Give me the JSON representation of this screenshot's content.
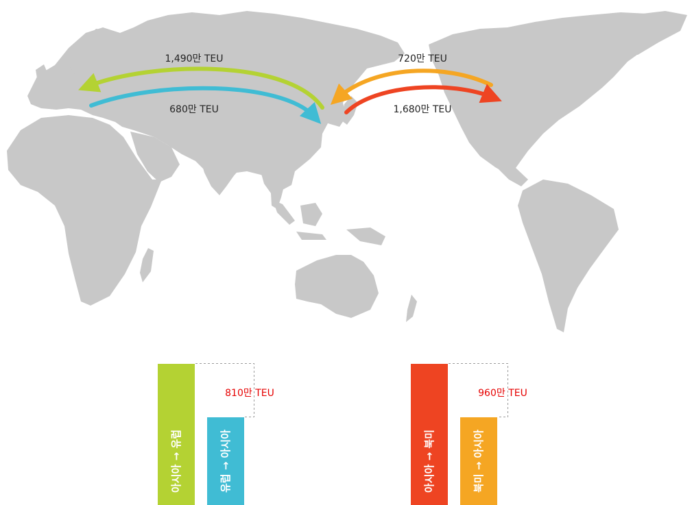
{
  "colors": {
    "land": "#c8c8c8",
    "asia_to_europe": "#b4d233",
    "europe_to_asia": "#40bcd4",
    "asia_to_north_america": "#ee4422",
    "north_america_to_asia": "#f5a623",
    "difference_text": "#e60000"
  },
  "routes": [
    {
      "id": "asia-to-europe",
      "label": "1,490만 TEU",
      "color": "#b4d233"
    },
    {
      "id": "europe-to-asia",
      "label": "680만 TEU",
      "color": "#40bcd4"
    },
    {
      "id": "north-america-to-asia",
      "label": "720만 TEU",
      "color": "#f5a623"
    },
    {
      "id": "asia-to-north-america",
      "label": "1,680만 TEU",
      "color": "#ee4422"
    }
  ],
  "comparisons": [
    {
      "difference_label": "810만 TEU",
      "bars": [
        {
          "label": "아시아 → 유럽",
          "value": 1490,
          "color": "#b4d233"
        },
        {
          "label": "유럽 → 아시아",
          "value": 680,
          "color": "#40bcd4"
        }
      ]
    },
    {
      "difference_label": "960만 TEU",
      "bars": [
        {
          "label": "아시아 → 북미",
          "value": 1680,
          "color": "#ee4422"
        },
        {
          "label": "북미 → 아시아",
          "value": 720,
          "color": "#f5a623"
        }
      ]
    }
  ]
}
